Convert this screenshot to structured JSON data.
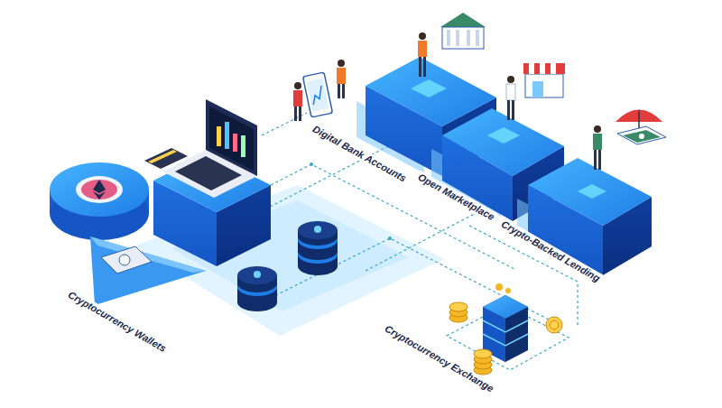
{
  "diagram": {
    "labels": [
      "Digital Bank Accounts",
      "Open Marketplace",
      "Crypto-Backed Lending",
      "Cryptocurrency Wallets",
      "Cryptocurrency Exchange"
    ]
  }
}
